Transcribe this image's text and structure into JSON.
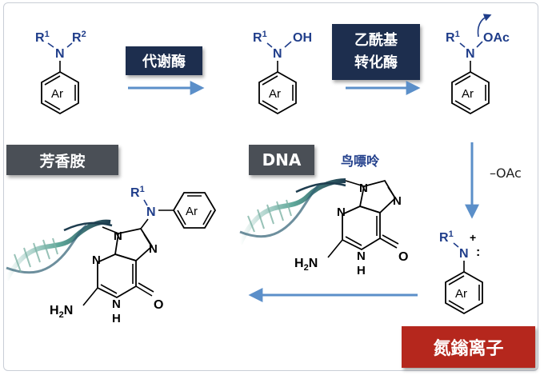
{
  "labels": {
    "metabolic_enzyme": "代谢酶",
    "acetyltransferase_line1": "乙酰基",
    "acetyltransferase_line2": "转化酶",
    "aromatic_amine": "芳香胺",
    "dna": "DNA",
    "guanine": "鸟嘌呤",
    "leaving_group": "–OAc",
    "nitrenium_ion": "氮鎓离子"
  },
  "molecules": {
    "amine": {
      "r1": "R",
      "r1_sup": "1",
      "n": "N",
      "r2": "R",
      "r2_sup": "2",
      "ring": "Ar"
    },
    "hydroxylamine": {
      "r1": "R",
      "r1_sup": "1",
      "n": "N",
      "oh": "OH",
      "ring": "Ar"
    },
    "acetoxy": {
      "r1": "R",
      "r1_sup": "1",
      "n": "N",
      "oac": "OAc",
      "ring": "Ar"
    },
    "nitrenium": {
      "r1": "R",
      "r1_sup": "1",
      "n": "N",
      "plus": "+",
      "colon": ":",
      "ring": "Ar"
    },
    "guanine": {
      "n": "N",
      "nh": "N",
      "h": "H",
      "o": "O",
      "h2n": "H",
      "h2n_sub": "2",
      "h2n_n": "N"
    },
    "adduct": {
      "r1": "R",
      "r1_sup": "1",
      "n": "N",
      "ring": "Ar",
      "nh": "N",
      "h": "H",
      "o": "O",
      "h2n": "H",
      "h2n_sub": "2",
      "h2n_n": "N"
    }
  },
  "colors": {
    "accent": "#1f3d8a",
    "arrow": "#5b8fc9",
    "navy_box": "#1d2e4e",
    "grey_box": "#4a4f56",
    "red_box": "#b5271d"
  }
}
